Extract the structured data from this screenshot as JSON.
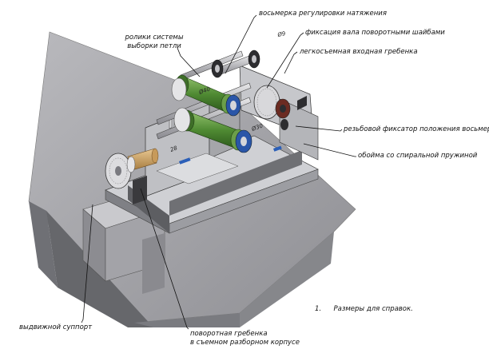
{
  "callouts": {
    "tension_lever": "восьмерка регулировки натяжения",
    "loop_rollers_line1": "ролики системы",
    "loop_rollers_line2": "выборки петли",
    "shaft_fixation": "фиксация вала поворотными шайбами",
    "removable_comb": "легкосъемная входная гребенка",
    "threaded_lock": "резьбовой фиксатор положения восьмерки",
    "spiral_spring": "обойма со спиральной пружиной",
    "sliding_support": "выдвижной суппорт",
    "rotary_comb_line1": "поворотная гребенка",
    "rotary_comb_line2": "в съемном разборном корпусе"
  },
  "note": {
    "number": "1.",
    "text": "Размеры для справок."
  },
  "dimensions": {
    "d1": "Ø9",
    "d2": "Ø40",
    "d3": "Ø30",
    "d4": "28"
  }
}
